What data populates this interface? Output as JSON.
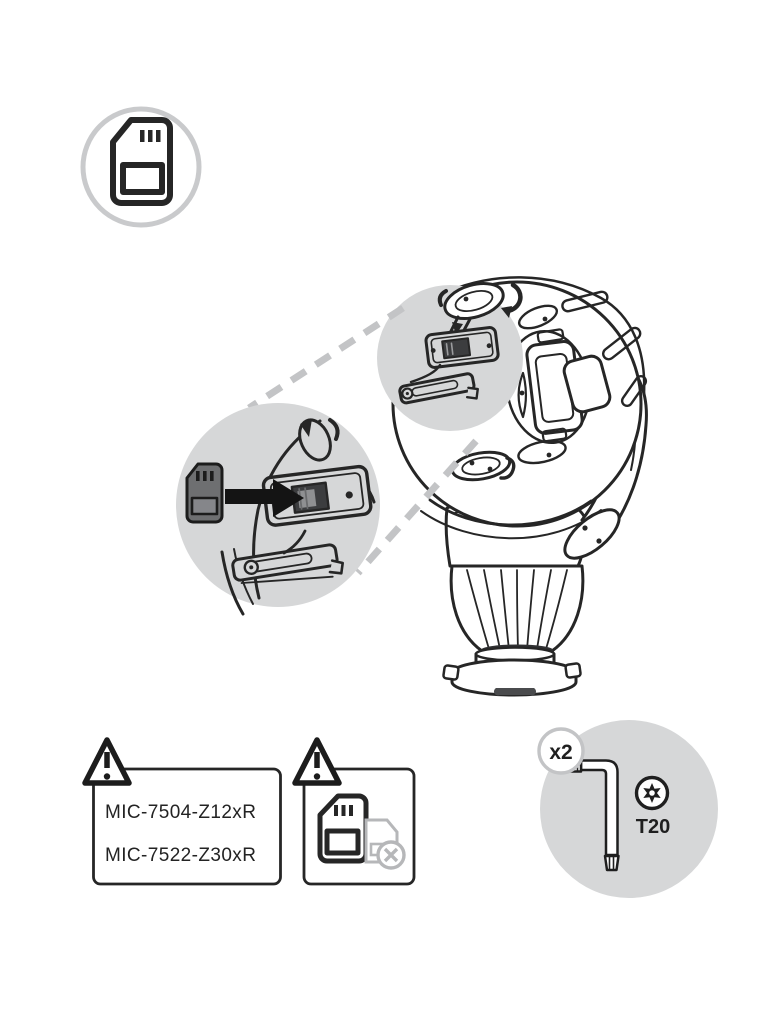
{
  "page": {
    "type": "installation-manual-figure",
    "topic": "MicroSD card installation into MIC camera head",
    "background": "#ffffff"
  },
  "colors": {
    "line": "#262626",
    "callout_fill": "#d6d7d8",
    "ring_gray": "#c9cacc",
    "muted_gray": "#b6b7b9",
    "dashed_gray": "#c3c4c6",
    "sd_card_fill": "#6e6f71",
    "slot_dark": "#3c3d3f",
    "text": "#232323"
  },
  "tools": {
    "quantity_label": "x2",
    "torx_label": "T20"
  },
  "warning_models": {
    "line_1": "MIC-7504-Z12xR",
    "line_2": "MIC-7522-Z30xR"
  },
  "icons": [
    "sd-card-icon",
    "warning-triangle-icon",
    "sd-card-error-icon",
    "insert-arrow-icon",
    "rotate-arrow-icon",
    "torx-key-icon",
    "torx-screw-icon"
  ]
}
